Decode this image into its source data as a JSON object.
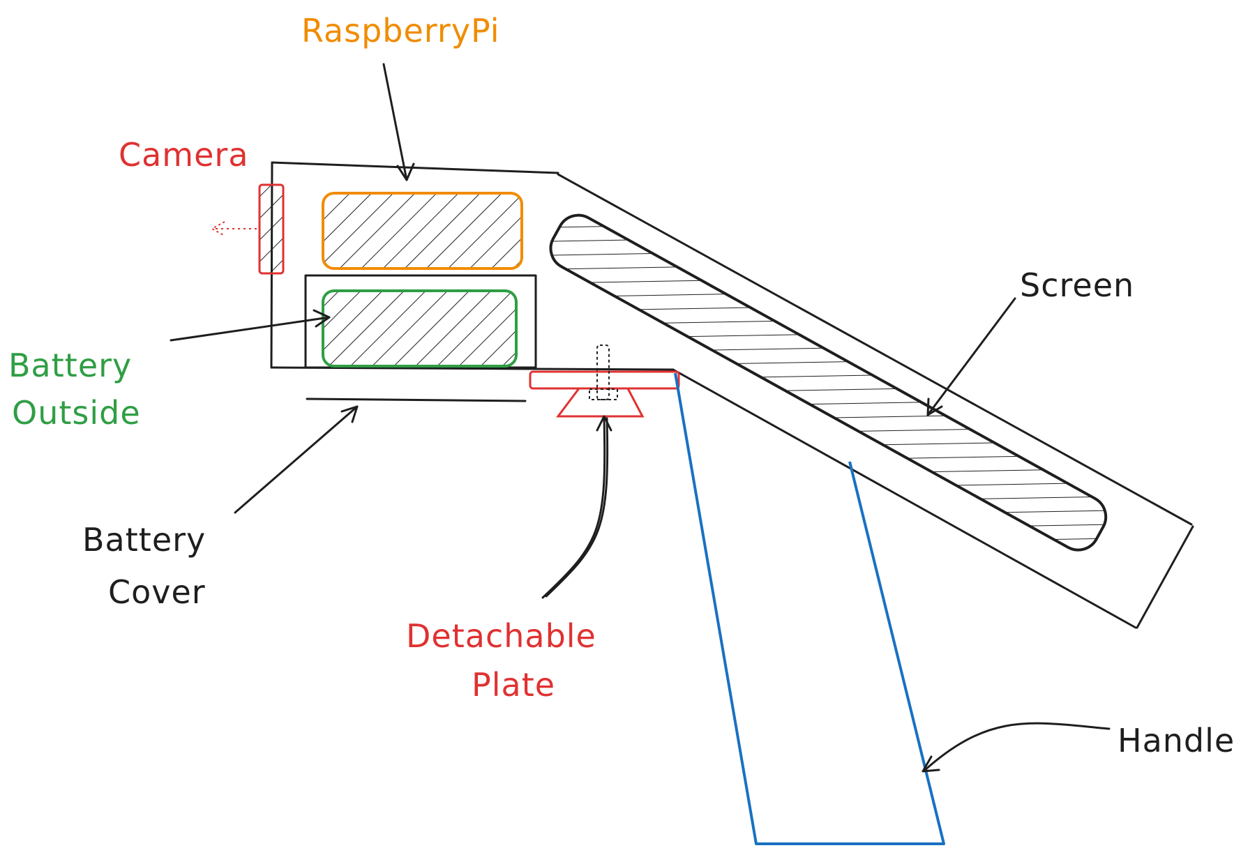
{
  "colors": {
    "ink": "#1e1e1e",
    "orange": "#f08c00",
    "green": "#2f9e44",
    "red": "#e03131",
    "blue": "#1971c2"
  },
  "labels": {
    "raspberry_pi": "RaspberryPi",
    "camera": "Camera",
    "battery_outside_line1": "Battery",
    "battery_outside_line2": "Outside",
    "battery_cover_line1": "Battery",
    "battery_cover_line2": "Cover",
    "detachable_plate_line1": "Detachable",
    "detachable_plate_line2": "Plate",
    "screen": "Screen",
    "handle": "Handle"
  }
}
